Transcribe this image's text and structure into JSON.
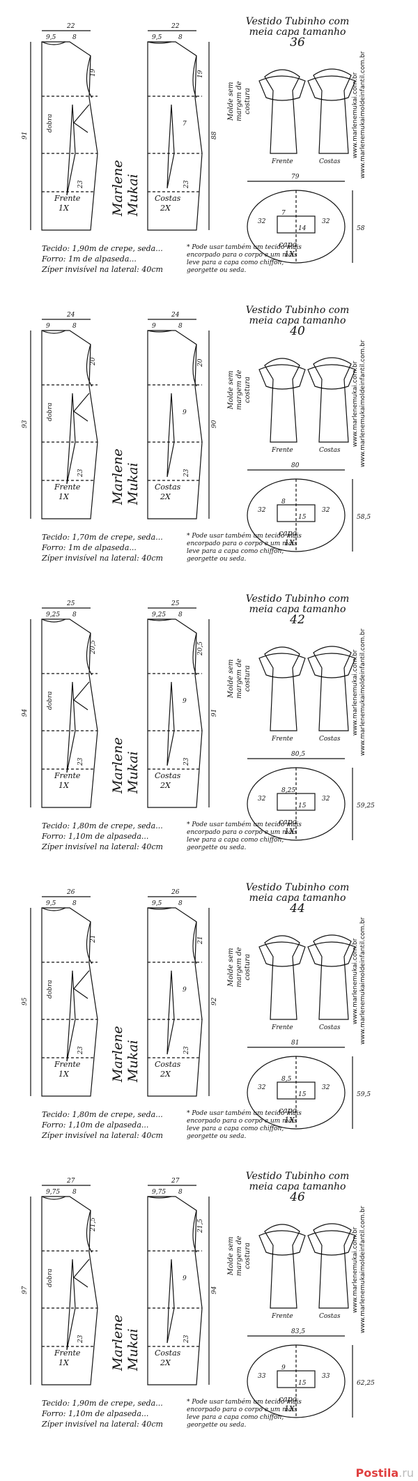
{
  "panels": [
    {
      "size": "36",
      "title_line1": "Vestido Tubinho com",
      "title_line2": "meia capa tamanho",
      "front_top": "22",
      "back_top": "22",
      "front_neck": "9,5",
      "front_shoulder": "8",
      "back_neck": "9,5",
      "back_shoulder": "8",
      "armhole": "19",
      "front_length": "91",
      "back_length": "88",
      "side_a": "23",
      "side_b": "23",
      "back_mid": "7",
      "cape_width": "79",
      "cape_height": "58",
      "cape_side_l": "32",
      "cape_side_r": "32",
      "cape_c1": "7",
      "cape_c2": "14",
      "fabric": "Tecido: 1,90m de crepe, seda...",
      "lining": "Forro: 1m de alpaseda...",
      "zipper": "Zíper invisível na lateral: 40cm"
    },
    {
      "size": "40",
      "title_line1": "Vestido Tubinho com",
      "title_line2": "meia capa tamanho",
      "front_top": "24",
      "back_top": "24",
      "front_neck": "9",
      "front_shoulder": "8",
      "back_neck": "9",
      "back_shoulder": "8",
      "armhole": "20",
      "front_length": "93",
      "back_length": "90",
      "side_a": "23",
      "side_b": "23",
      "back_mid": "9",
      "cape_width": "80",
      "cape_height": "58,5",
      "cape_side_l": "32",
      "cape_side_r": "32",
      "cape_c1": "8",
      "cape_c2": "15",
      "fabric": "Tecido: 1,70m de crepe, seda...",
      "lining": "Forro: 1m de alpaseda...",
      "zipper": "Zíper invisível na lateral: 40cm"
    },
    {
      "size": "42",
      "title_line1": "Vestido Tubinho com",
      "title_line2": "meia capa tamanho",
      "front_top": "25",
      "back_top": "25",
      "front_neck": "9,25",
      "front_shoulder": "8",
      "back_neck": "9,25",
      "back_shoulder": "8",
      "armhole": "20,5",
      "front_length": "94",
      "back_length": "91",
      "side_a": "23",
      "side_b": "23",
      "back_mid": "9",
      "cape_width": "80,5",
      "cape_height": "59,25",
      "cape_side_l": "32",
      "cape_side_r": "32",
      "cape_c1": "8,25",
      "cape_c2": "15",
      "fabric": "Tecido: 1,80m de crepe, seda...",
      "lining": "Forro: 1,10m de alpaseda...",
      "zipper": "Zíper invisível na lateral: 40cm"
    },
    {
      "size": "44",
      "title_line1": "Vestido Tubinho com",
      "title_line2": "meia capa tamanho",
      "front_top": "26",
      "back_top": "26",
      "front_neck": "9,5",
      "front_shoulder": "8",
      "back_neck": "9,5",
      "back_shoulder": "8",
      "armhole": "21",
      "front_length": "95",
      "back_length": "92",
      "side_a": "23",
      "side_b": "23",
      "back_mid": "9",
      "cape_width": "81",
      "cape_height": "59,5",
      "cape_side_l": "32",
      "cape_side_r": "32",
      "cape_c1": "8,5",
      "cape_c2": "15",
      "fabric": "Tecido: 1,80m de crepe, seda...",
      "lining": "Forro: 1,10m de alpaseda...",
      "zipper": "Zíper invisível na lateral: 40cm"
    },
    {
      "size": "46",
      "title_line1": "Vestido Tubinho com",
      "title_line2": "meia capa tamanho",
      "front_top": "27",
      "back_top": "27",
      "front_neck": "9,75",
      "front_shoulder": "8",
      "back_neck": "9,75",
      "back_shoulder": "8",
      "armhole": "21,5",
      "front_length": "97",
      "back_length": "94",
      "side_a": "23",
      "side_b": "23",
      "back_mid": "9",
      "cape_width": "83,5",
      "cape_height": "62,25",
      "cape_side_l": "33",
      "cape_side_r": "33",
      "cape_c1": "9",
      "cape_c2": "15",
      "fabric": "Tecido: 1,90m de crepe, seda...",
      "lining": "Forro: 1,10m de alpaseda...",
      "zipper": "Zíper invisível na lateral: 40cm"
    }
  ],
  "common": {
    "front_label": "Frente",
    "front_qty": "1X",
    "back_label": "Costas",
    "back_qty": "2X",
    "cape_label": "capa",
    "cape_qty": "1X",
    "fold_label": "dobra",
    "preview_front": "Frente",
    "preview_back": "Costas",
    "margin_note": "Molde sem margem de costura",
    "note": "* Pode usar também um tecido mais encorpado para o corpo e um mais leve para a capa como chiffon, georgette ou seda.",
    "site1": "www.marlenemukai.com.br",
    "site2": "www.marlenemukaimoldeinfantil.com.br",
    "signature": "Marlene Mukai"
  },
  "watermark": {
    "prefix": "Postila",
    "suffix": ".ru"
  }
}
